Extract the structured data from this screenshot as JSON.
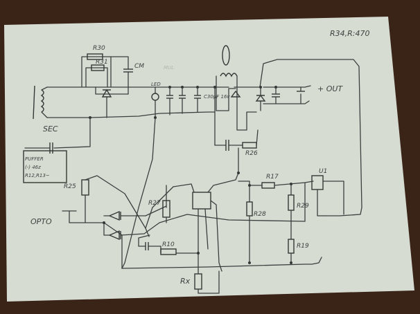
{
  "labels": {
    "top_right": "R34,R:470",
    "r30": "R30",
    "r31": "R31",
    "cm": "CM",
    "faint_note": "MUL",
    "led": "LED",
    "c_note": "C30µF 16v",
    "out": "+ OUT",
    "sec": "SEC",
    "puffer": "PUFFER",
    "puffer_note1": "(-) 46z",
    "puffer_note2": "R12,R13~",
    "r25": "R25",
    "opto": "OPTO",
    "r27": "R27",
    "r26": "R26",
    "r17": "R17",
    "u1": "U1",
    "r29": "R29",
    "r28": "R28",
    "r10": "R10",
    "r19": "R19",
    "rx": "Rx"
  }
}
